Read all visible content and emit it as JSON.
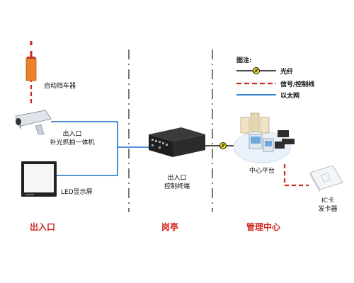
{
  "legend": {
    "title": "图注:",
    "items": [
      {
        "label": "光纤",
        "style": "fiber",
        "color": "#111111"
      },
      {
        "label": "信号/控制线",
        "style": "dashed",
        "color": "#d0251e"
      },
      {
        "label": "以太网",
        "style": "solid",
        "color": "#1a73c9"
      }
    ]
  },
  "devices": {
    "barrier": "自动挡车器",
    "camera": [
      "出入口",
      "补光抓拍一体机"
    ],
    "display": "LED显示屏",
    "controller": [
      "出入口",
      "控制终端"
    ],
    "platform": "中心平台",
    "card_reader": [
      "IC卡",
      "发卡器"
    ]
  },
  "zones": [
    "出入口",
    "岗亭",
    "管理中心"
  ],
  "colors": {
    "accent_red": "#d0251e",
    "ethernet_blue": "#1a73c9",
    "barrier_orange": "#e8832a"
  },
  "icons": [
    "barrier-gate-icon",
    "camera-icon",
    "led-display-icon",
    "controller-icon",
    "server-icon",
    "card-reader-icon",
    "fiber-node-icon"
  ]
}
